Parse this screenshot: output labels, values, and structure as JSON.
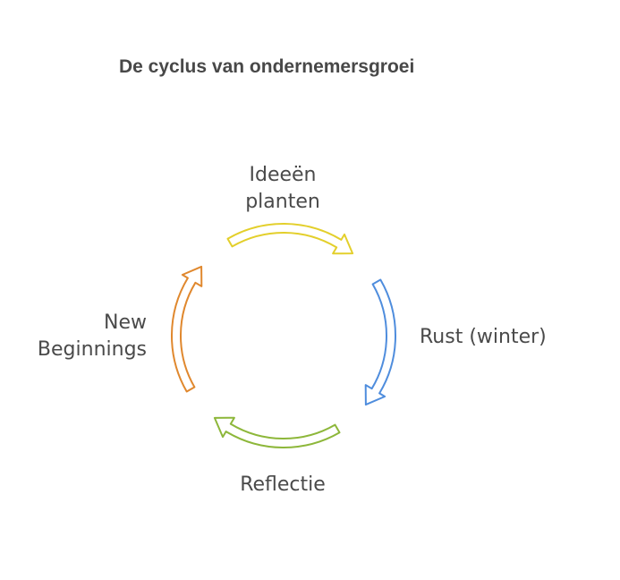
{
  "title": "De cyclus van ondernemersgroei",
  "stages": [
    {
      "line1": "Ideeën",
      "line2": "planten",
      "color": "#e3cf2b"
    },
    {
      "line1": "Rust (winter)",
      "color": "#4f8ddd"
    },
    {
      "line1": "Reflectie",
      "color": "#8db73a"
    },
    {
      "line1": "New",
      "line2": "Beginnings",
      "color": "#e0882e"
    }
  ]
}
